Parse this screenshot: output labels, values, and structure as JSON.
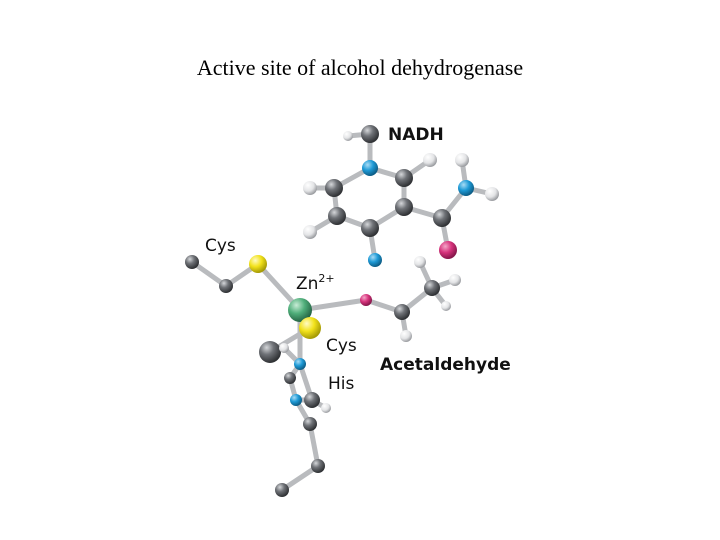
{
  "title": "Active site of alcohol dehydrogenase",
  "labels": {
    "nadh": "NADH",
    "cys_top": "Cys",
    "zn": "Zn",
    "zn_charge": "2+",
    "cys_bottom": "Cys",
    "his": "His",
    "acetaldehyde": "Acetaldehyde"
  },
  "colors": {
    "carbon": "#6b6e73",
    "hydrogen": "#e4e5e7",
    "nitrogen": "#1a9ad6",
    "oxygen": "#d6337c",
    "sulfur": "#f2e21b",
    "zinc": "#4fae7a",
    "bond": "#c9cbce"
  }
}
